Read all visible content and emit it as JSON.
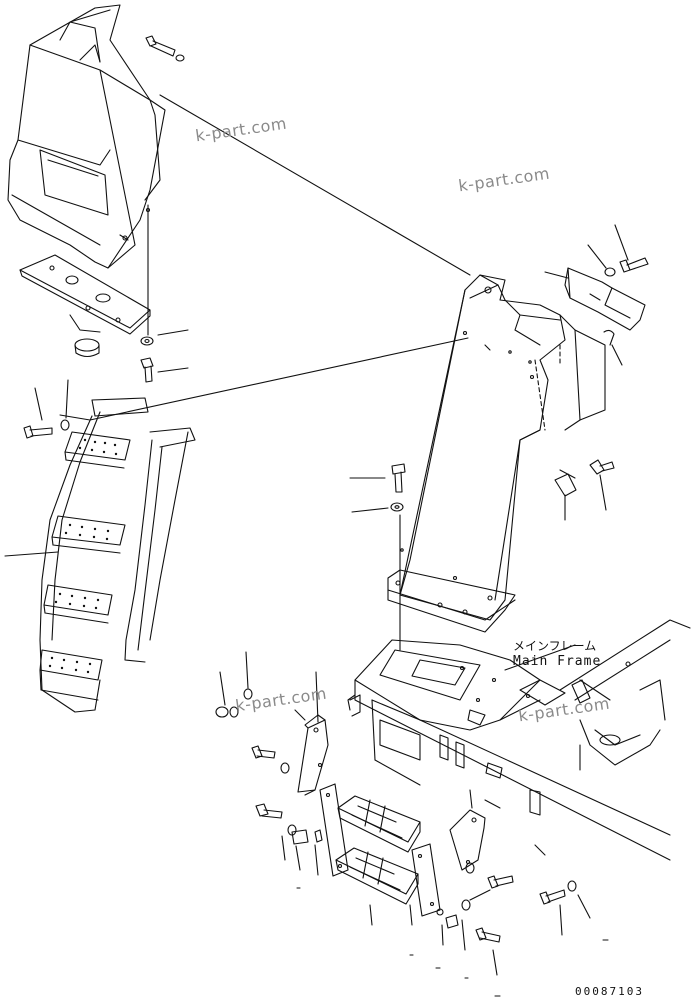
{
  "watermarks": [
    "k-part.com",
    "k-part.com",
    "k-part.com",
    "k-part.com"
  ],
  "labels": {
    "main_frame_jp": "メインフレーム",
    "main_frame_en": "Main Frame"
  },
  "drawing_code": "00087103",
  "colors": {
    "line": "#111111",
    "watermark": "#8a8a8a",
    "background": "#ffffff"
  }
}
